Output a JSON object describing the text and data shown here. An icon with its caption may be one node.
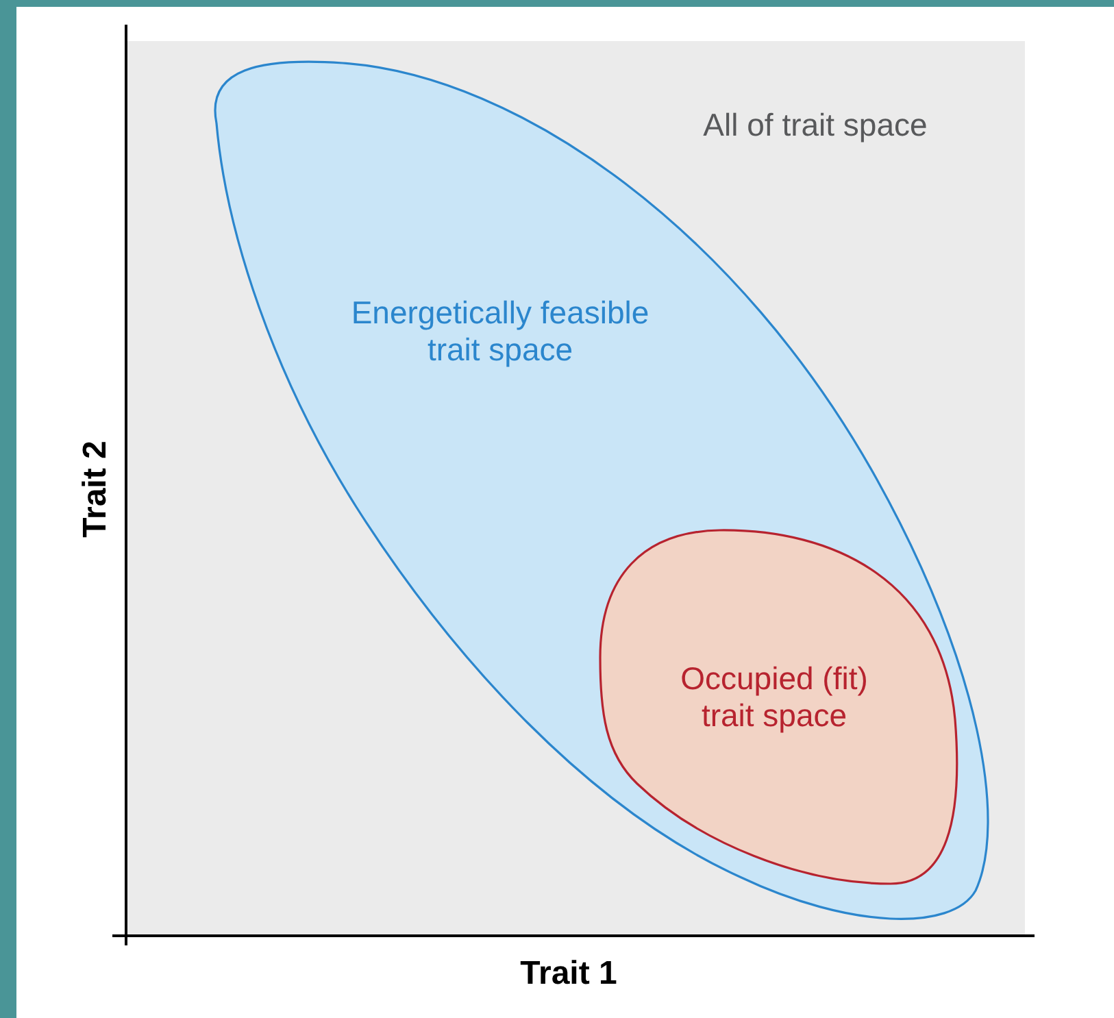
{
  "diagram": {
    "nodes": [
      {
        "text": [
          "All of trait space"
        ]
      },
      {
        "text": [
          "Energetically feasible trait space"
        ],
        "in": 0
      },
      {
        "text": [
          "Occupied (fit) trait space"
        ],
        "in": 1
      }
    ],
    "labels": [
      "Trait 2",
      "Trait 1"
    ]
  }
}
